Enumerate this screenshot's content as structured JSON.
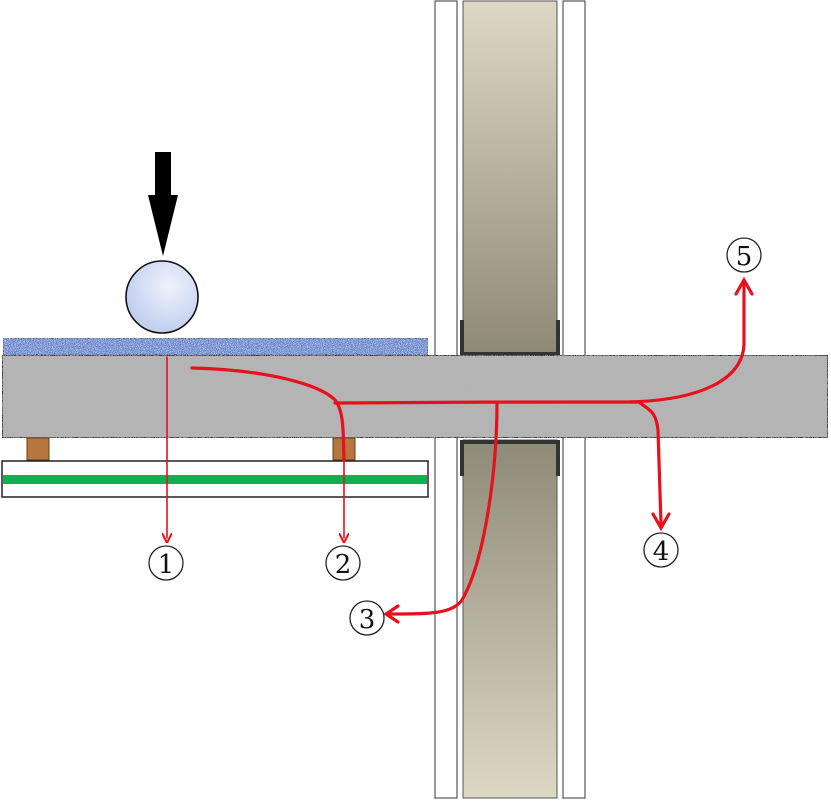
{
  "diagram": {
    "markers": [
      {
        "id": "1",
        "label": "1"
      },
      {
        "id": "2",
        "label": "2"
      },
      {
        "id": "3",
        "label": "3"
      },
      {
        "id": "4",
        "label": "4"
      },
      {
        "id": "5",
        "label": "5"
      }
    ],
    "colors": {
      "path_red": "#e8101c",
      "ball_fill": "#b9c9ec",
      "floor_cover": "#5a78c8",
      "green_stripe": "#10b050",
      "wood_support": "#b8763f",
      "wall_panel": "#ffffff",
      "wall_core_light": "#ddd8c4",
      "wall_core_dark": "#8e8a78",
      "concrete_base": "#b5b5b5",
      "load_arrow": "#000000"
    },
    "icons": {
      "load": "down-arrow-icon",
      "impact_ball": "ball-icon"
    }
  }
}
